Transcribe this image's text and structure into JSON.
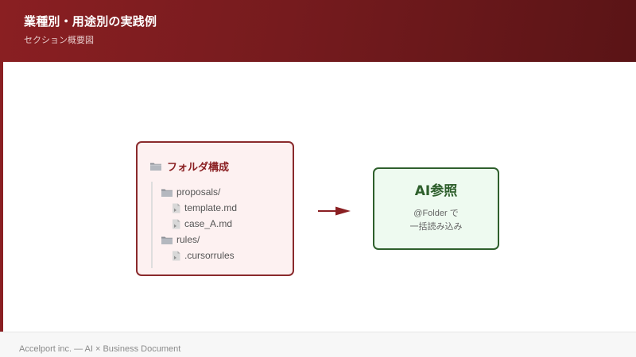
{
  "header": {
    "title": "業種別・用途別の実践例",
    "subtitle": "セクション概要図"
  },
  "diagram": {
    "folder_box": {
      "icon": "folder-icon",
      "title": "フォルダ構成",
      "tree": [
        {
          "type": "folder",
          "icon": "folder-icon",
          "label": "proposals/",
          "depth": 0
        },
        {
          "type": "file",
          "icon": "file-icon",
          "label": "template.md",
          "depth": 1
        },
        {
          "type": "file",
          "icon": "file-icon",
          "label": "case_A.md",
          "depth": 1
        },
        {
          "type": "folder",
          "icon": "folder-icon",
          "label": "rules/",
          "depth": 0
        },
        {
          "type": "file",
          "icon": "file-icon",
          "label": ".cursorrules",
          "depth": 1
        }
      ]
    },
    "arrow": {
      "icon": "arrow-right-icon",
      "color": "#8a1f22"
    },
    "ai_box": {
      "title": "AI参照",
      "description_line1": "@Folder で",
      "description_line2": "一括読み込み"
    }
  },
  "colors": {
    "brand_red": "#8a1f22",
    "folder_bg": "#fdf1f1",
    "ai_green": "#2e5f2c",
    "ai_bg": "#eefaf0"
  },
  "footer": {
    "text": "Accelport inc. — AI × Business Document"
  }
}
